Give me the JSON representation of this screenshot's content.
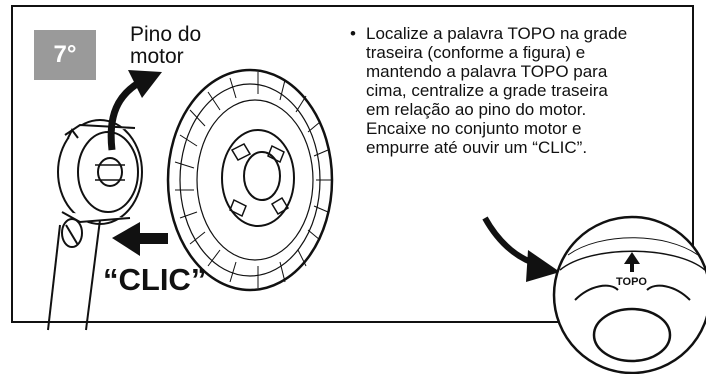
{
  "step": {
    "number": "7°"
  },
  "callout": {
    "line1": "Pino do",
    "line2": "motor"
  },
  "instructions": {
    "bullet": "•",
    "lines": [
      "Localize a palavra TOPO na grade",
      "traseira (conforme a figura) e",
      "mantendo a palavra TOPO para",
      "cima, centralize a grade traseira",
      "em relação ao pino do motor.",
      "Encaixe no conjunto motor e",
      "empurre até ouvir um “CLIC”."
    ]
  },
  "sound_label": "“CLIC”",
  "detail_label": "TOPO",
  "colors": {
    "badge": "#9a9a9a",
    "ink": "#111111",
    "paper": "#ffffff"
  }
}
